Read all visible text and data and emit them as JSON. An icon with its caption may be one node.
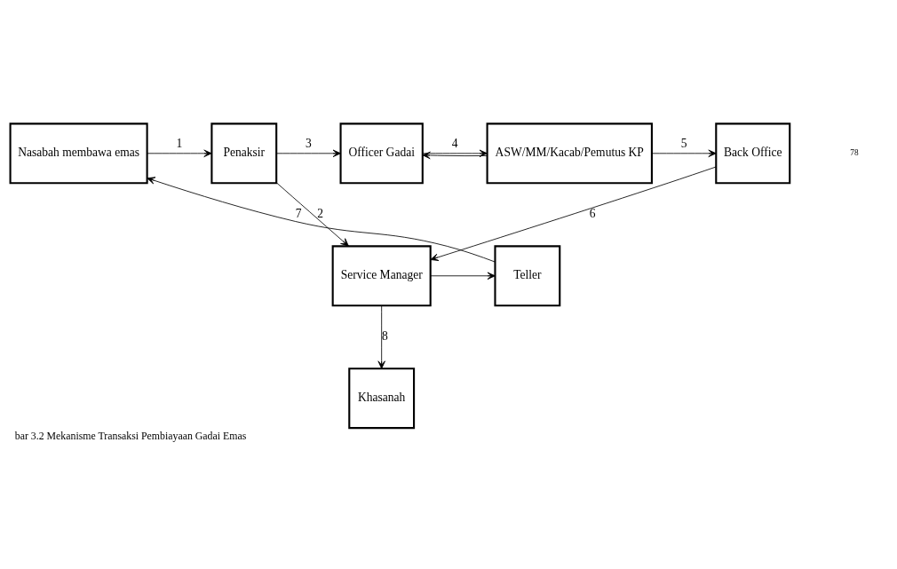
{
  "diagram": {
    "caption": "bar 3.2 Mekanisme Transaksi Pembiayaan Gadai Emas",
    "nodes": [
      {
        "text": [
          "Nasabah membawa emas"
        ]
      },
      {
        "text": [
          "Penaksir"
        ]
      },
      {
        "text": [
          "Officer Gadai"
        ]
      },
      {
        "text": [
          "ASW/MM/Kacab/Pemutus KP"
        ]
      },
      {
        "text": [
          "Back Office"
        ]
      },
      {
        "text": [
          "Service Manager"
        ]
      },
      {
        "text": [
          "Teller"
        ]
      },
      {
        "text": [
          "Khasanah"
        ]
      }
    ],
    "edges": [
      {
        "from": 0,
        "to": 1,
        "arrow": "to",
        "label": "1"
      },
      {
        "from": 1,
        "to": 5,
        "arrow": "to",
        "label": "2"
      },
      {
        "from": 1,
        "to": 2,
        "arrow": "to",
        "label": "3"
      },
      {
        "from": 2,
        "to": 3,
        "arrow": "to",
        "label": "4"
      },
      {
        "from": 3,
        "to": 2,
        "arrow": "to"
      },
      {
        "from": 3,
        "to": 4,
        "arrow": "to",
        "label": "5"
      },
      {
        "from": 4,
        "to": 5,
        "arrow": "to",
        "label": "6"
      },
      {
        "from": 5,
        "to": 6,
        "arrow": "to"
      },
      {
        "from": 6,
        "to": 0,
        "arrow": "to",
        "label": "7"
      },
      {
        "from": 5,
        "to": 7,
        "arrow": "to",
        "label": "8"
      }
    ],
    "labels": [
      "78"
    ]
  }
}
